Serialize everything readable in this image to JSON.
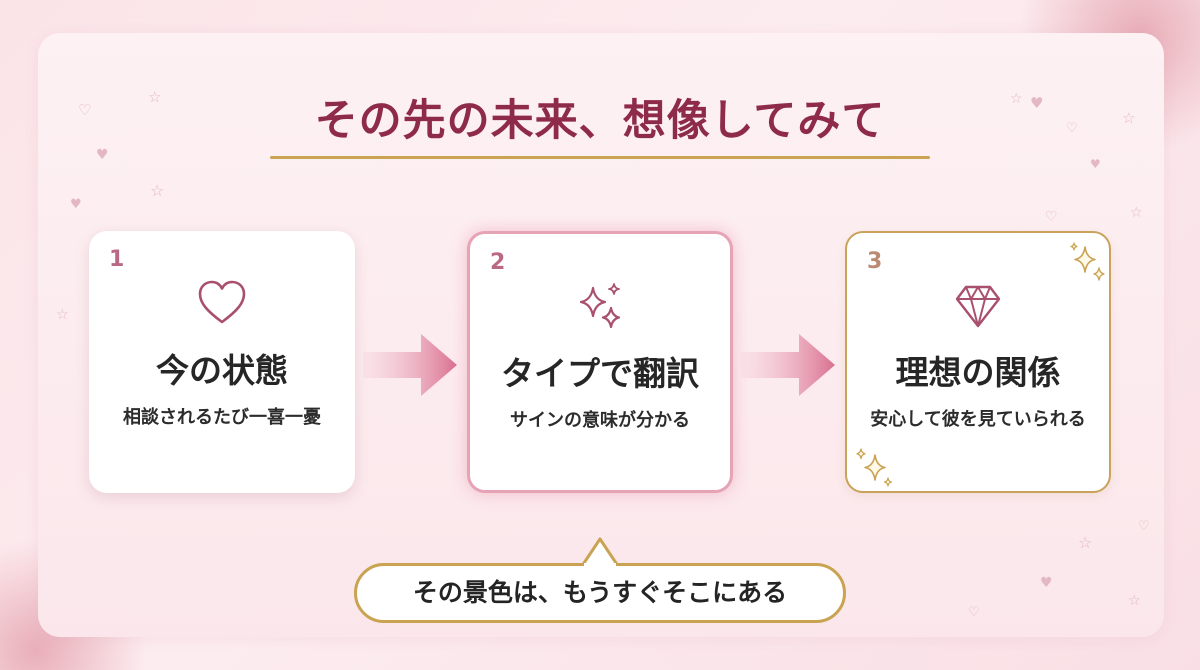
{
  "title": "その先の未来、想像してみて",
  "steps": [
    {
      "number": "1",
      "title": "今の状態",
      "subtitle": "相談されるたび一喜一憂",
      "icon": "heart-icon"
    },
    {
      "number": "2",
      "title": "タイプで翻訳",
      "subtitle": "サインの意味が分かる",
      "icon": "sparkles-icon"
    },
    {
      "number": "3",
      "title": "理想の関係",
      "subtitle": "安心して彼を見ていられる",
      "icon": "diamond-icon"
    }
  ],
  "callout": "その景色は、もうすぐそこにある",
  "colors": {
    "title": "#8e2a4a",
    "gold": "#c9a352",
    "pink_accent": "#e7a3b6",
    "icon": "#a8506e"
  }
}
